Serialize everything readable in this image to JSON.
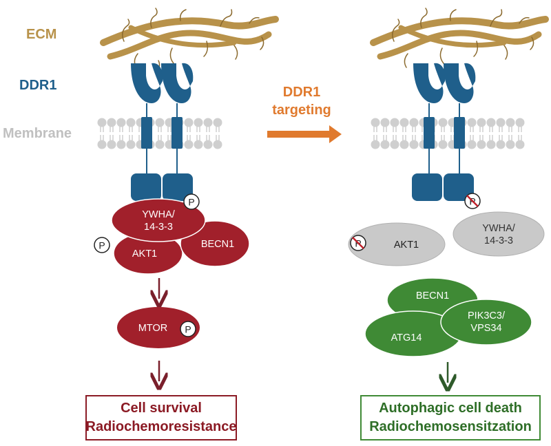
{
  "labels": {
    "ecm": "ECM",
    "ddr1": "DDR1",
    "membrane": "Membrane"
  },
  "arrow_label": {
    "line1": "DDR1",
    "line2": "targeting"
  },
  "phospho_marker": "P",
  "left": {
    "proteins": {
      "ywha_line1": "YWHA/",
      "ywha_line2": "14-3-3",
      "akt1": "AKT1",
      "becn1": "BECN1",
      "mtor": "MTOR"
    },
    "outcome": {
      "line1": "Cell survival",
      "line2": "Radiochemoresistance"
    }
  },
  "right": {
    "proteins": {
      "akt1": "AKT1",
      "ywha_line1": "YWHA/",
      "ywha_line2": "14-3-3",
      "becn1": "BECN1",
      "atg14": "ATG14",
      "pik3c3_line1": "PIK3C3/",
      "pik3c3_line2": "VPS34"
    },
    "outcome": {
      "line1": "Autophagic cell death",
      "line2": "Radiochemosensitzation"
    }
  },
  "colors": {
    "ecm": "#b8924a",
    "ddr1": "#1f5f8b",
    "membrane": "#c8c8c8",
    "survival_red": "#a1202b",
    "inactive_gray": "#c9c9c9",
    "autophagy_green": "#3f8a35",
    "arrow_orange": "#e07a2e",
    "outcome_red_text": "#8b1a24",
    "outcome_green_text": "#2e6e27"
  }
}
